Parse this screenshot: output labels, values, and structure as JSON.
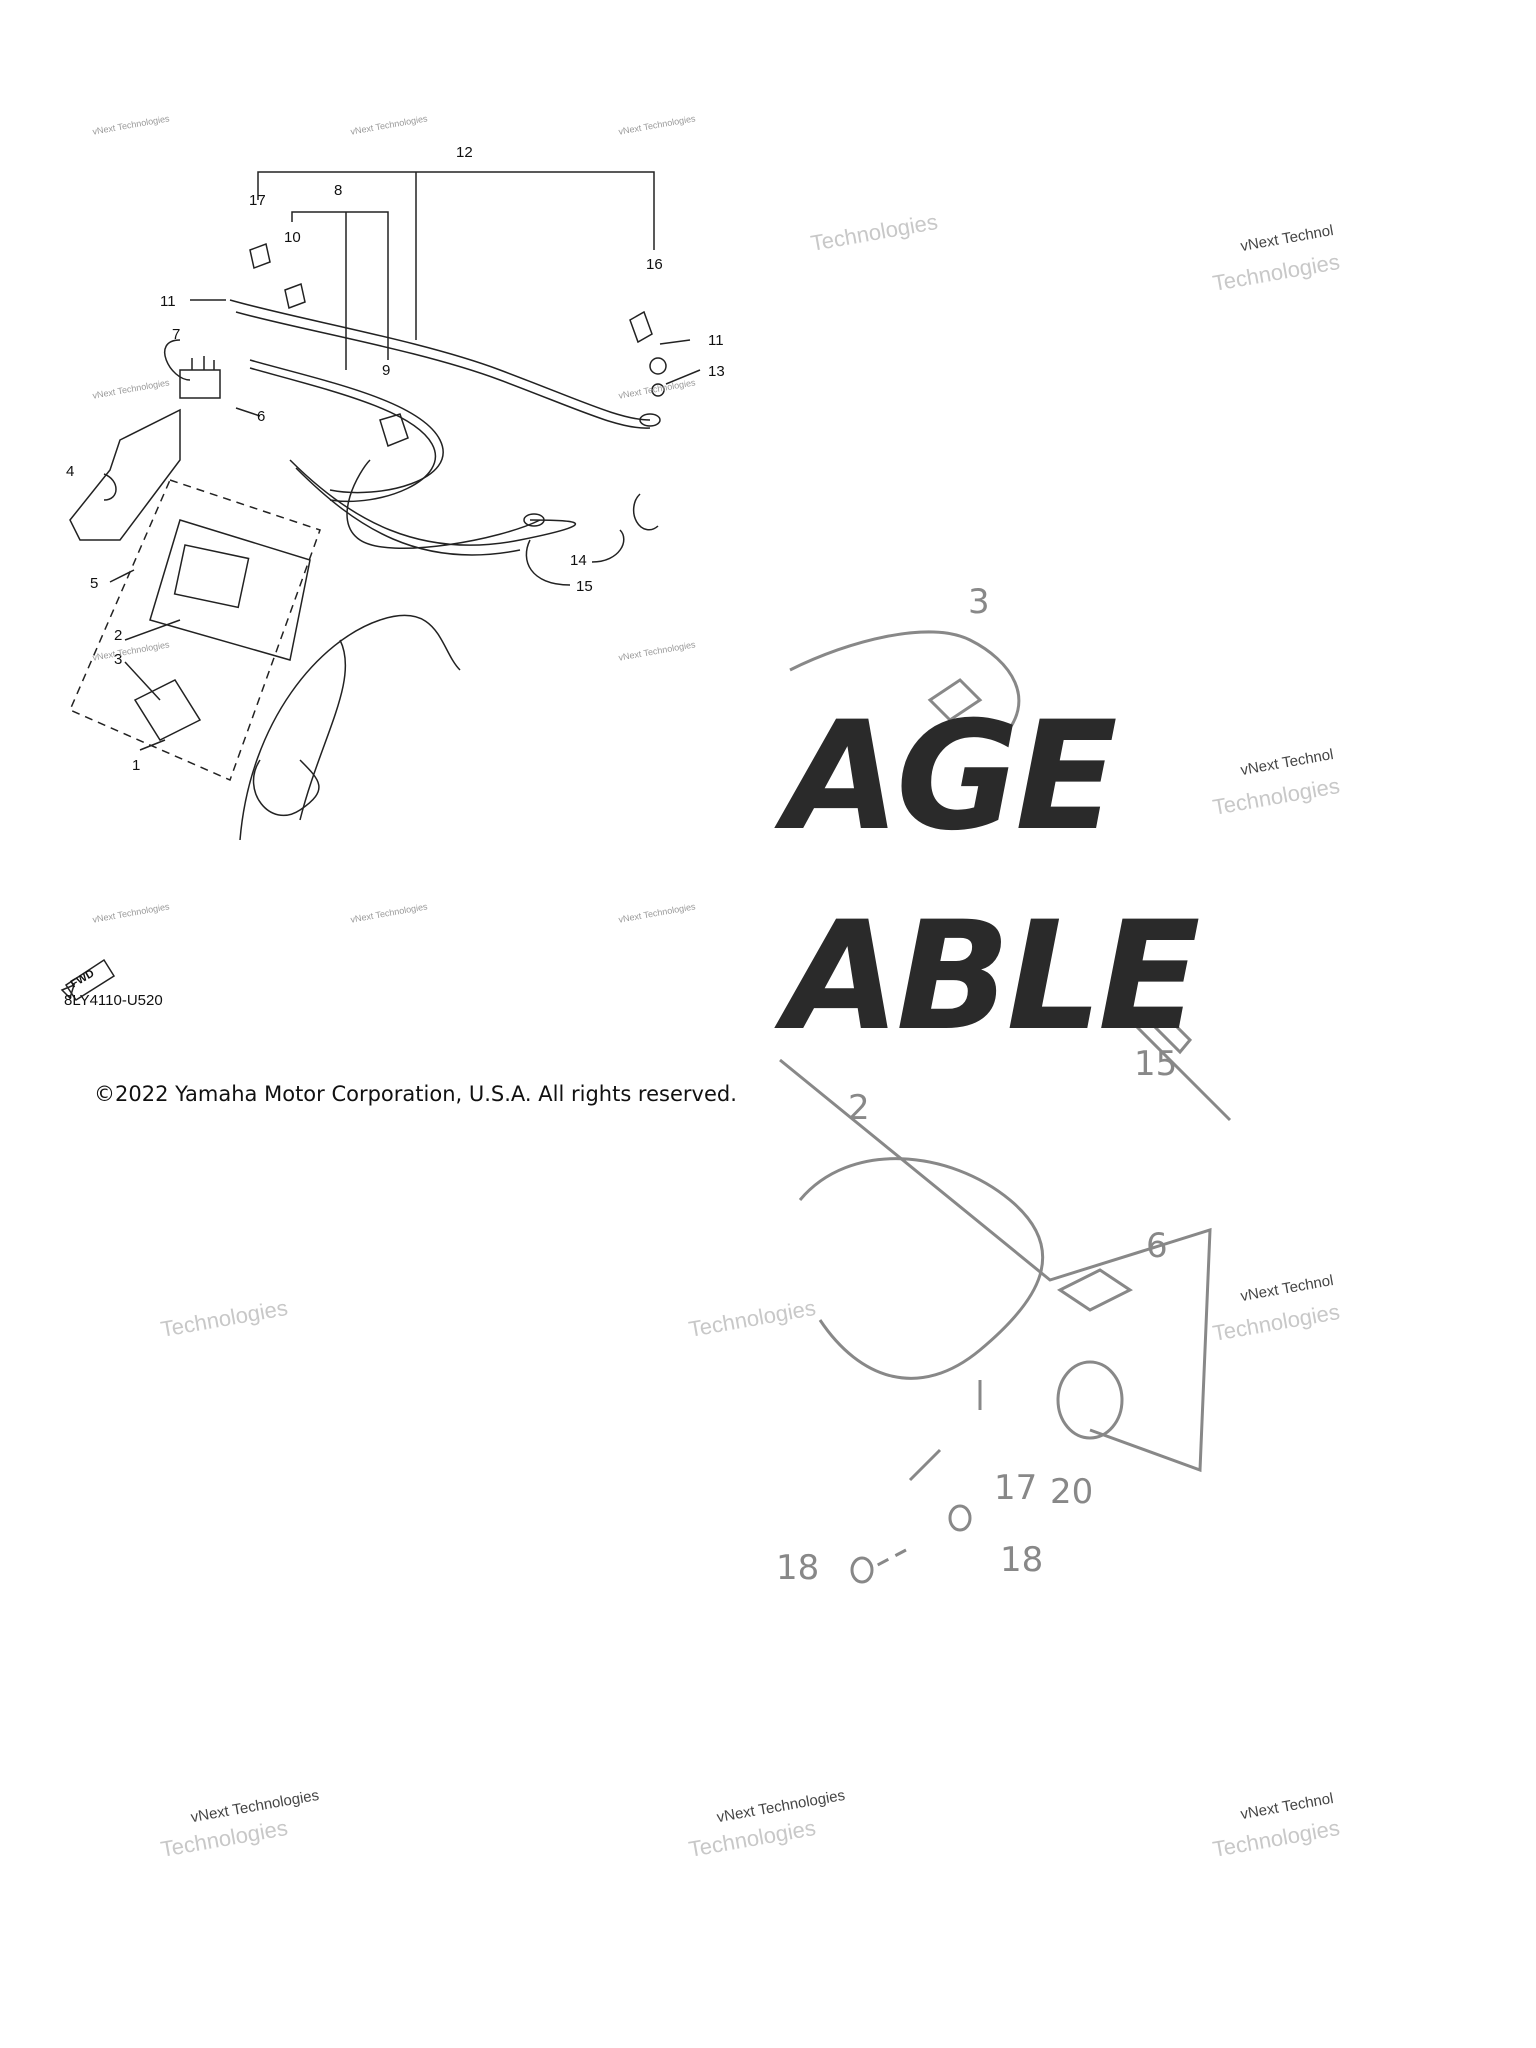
{
  "diagram": {
    "callouts": [
      "1",
      "2",
      "3",
      "4",
      "5",
      "6",
      "7",
      "8",
      "9",
      "10",
      "11",
      "11",
      "12",
      "13",
      "14",
      "15",
      "16",
      "17"
    ],
    "code": "8LY4110-U520",
    "fwd_label": "FWD"
  },
  "overlay": {
    "line1": "AGE",
    "line2": "ABLE",
    "callouts": [
      "3",
      "15",
      "2",
      "6",
      "17",
      "20",
      "18",
      "18"
    ]
  },
  "copyright": "©2022 Yamaha Motor Corporation, U.S.A. All rights reserved.",
  "watermark": {
    "brand": "vNext Technologies",
    "line_a": "vNext",
    "line_b": "Technologies",
    "short": "vNext Technol"
  }
}
